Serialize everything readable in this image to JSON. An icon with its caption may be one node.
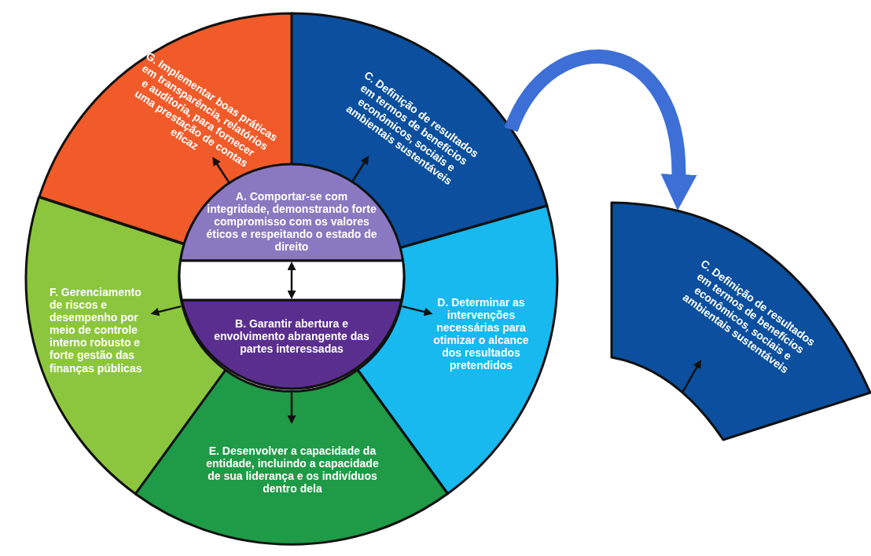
{
  "diagram": {
    "nodes": [
      {
        "text": [
          "G. Implementar boas práticas em transparência, relatórios e auditoria, para fornecer uma prestação de contas eficaz"
        ]
      },
      {
        "text": [
          "C. Definição de resultados em termos de benefícios econômicos, sociais e ambientais sustentáveis"
        ]
      },
      {
        "text": [
          "D. Determinar as intervenções necessárias para otimizar o alcance dos resultados pretendidos"
        ]
      },
      {
        "text": [
          "E. Desenvolver a capacidade da entidade, incluindo a capacidade de sua liderança e os indivíduos dentro dela"
        ]
      },
      {
        "text": [
          "F. Gerenciamento de riscos e desempenho por meio de controle interno robusto e forte gestão das finanças públicas"
        ]
      },
      {
        "text": [
          "A. Comportar-se com integridade, demonstrando forte compromisso com os valores éticos e respeitando o estado de direito"
        ]
      },
      {
        "text": [
          "B. Garantir abertura e envolvimento abrangente das partes interessadas"
        ]
      },
      {
        "text": [
          "C. Definição de resultados em termos de benefícios econômicos, sociais e ambientais sustentáveis"
        ]
      }
    ],
    "edges": [
      {
        "from": 5,
        "to": 0,
        "arrow": "to"
      },
      {
        "from": 5,
        "to": 1,
        "arrow": "to"
      },
      {
        "from": 6,
        "to": 2,
        "arrow": "to"
      },
      {
        "from": 6,
        "to": 3,
        "arrow": "to"
      },
      {
        "from": 6,
        "to": 4,
        "arrow": "to"
      },
      {
        "from": 5,
        "to": 6,
        "arrow": "both"
      },
      {
        "from": 1,
        "to": 7,
        "arrow": "to",
        "style": "thick",
        "color": "#3d6fd6"
      },
      {
        "from": null,
        "to": 7,
        "arrow": "to"
      }
    ]
  }
}
